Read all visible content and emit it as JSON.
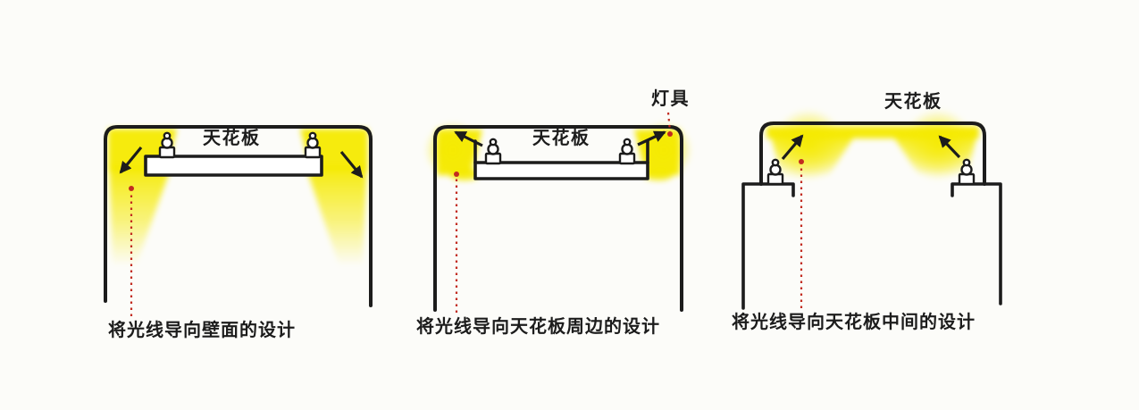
{
  "figure": {
    "description_names": [
      "wall-wash-cove-section",
      "perimeter-cove-section",
      "center-cove-section"
    ]
  },
  "diagrams": {
    "left": {
      "ceiling_label": "天花板",
      "caption": "将光线导向壁面的设计"
    },
    "middle": {
      "ceiling_label": "天花板",
      "fixture_label": "灯具",
      "caption": "将光线导向天花板周边的设计"
    },
    "right": {
      "ceiling_label": "天花板",
      "caption": "将光线导向天花板中间的设计"
    }
  },
  "colors": {
    "glow_yellow": "#f5ea00",
    "outline_black": "#1c1c1c",
    "leader_red": "#c22b20",
    "background": "#fcfcf9"
  }
}
